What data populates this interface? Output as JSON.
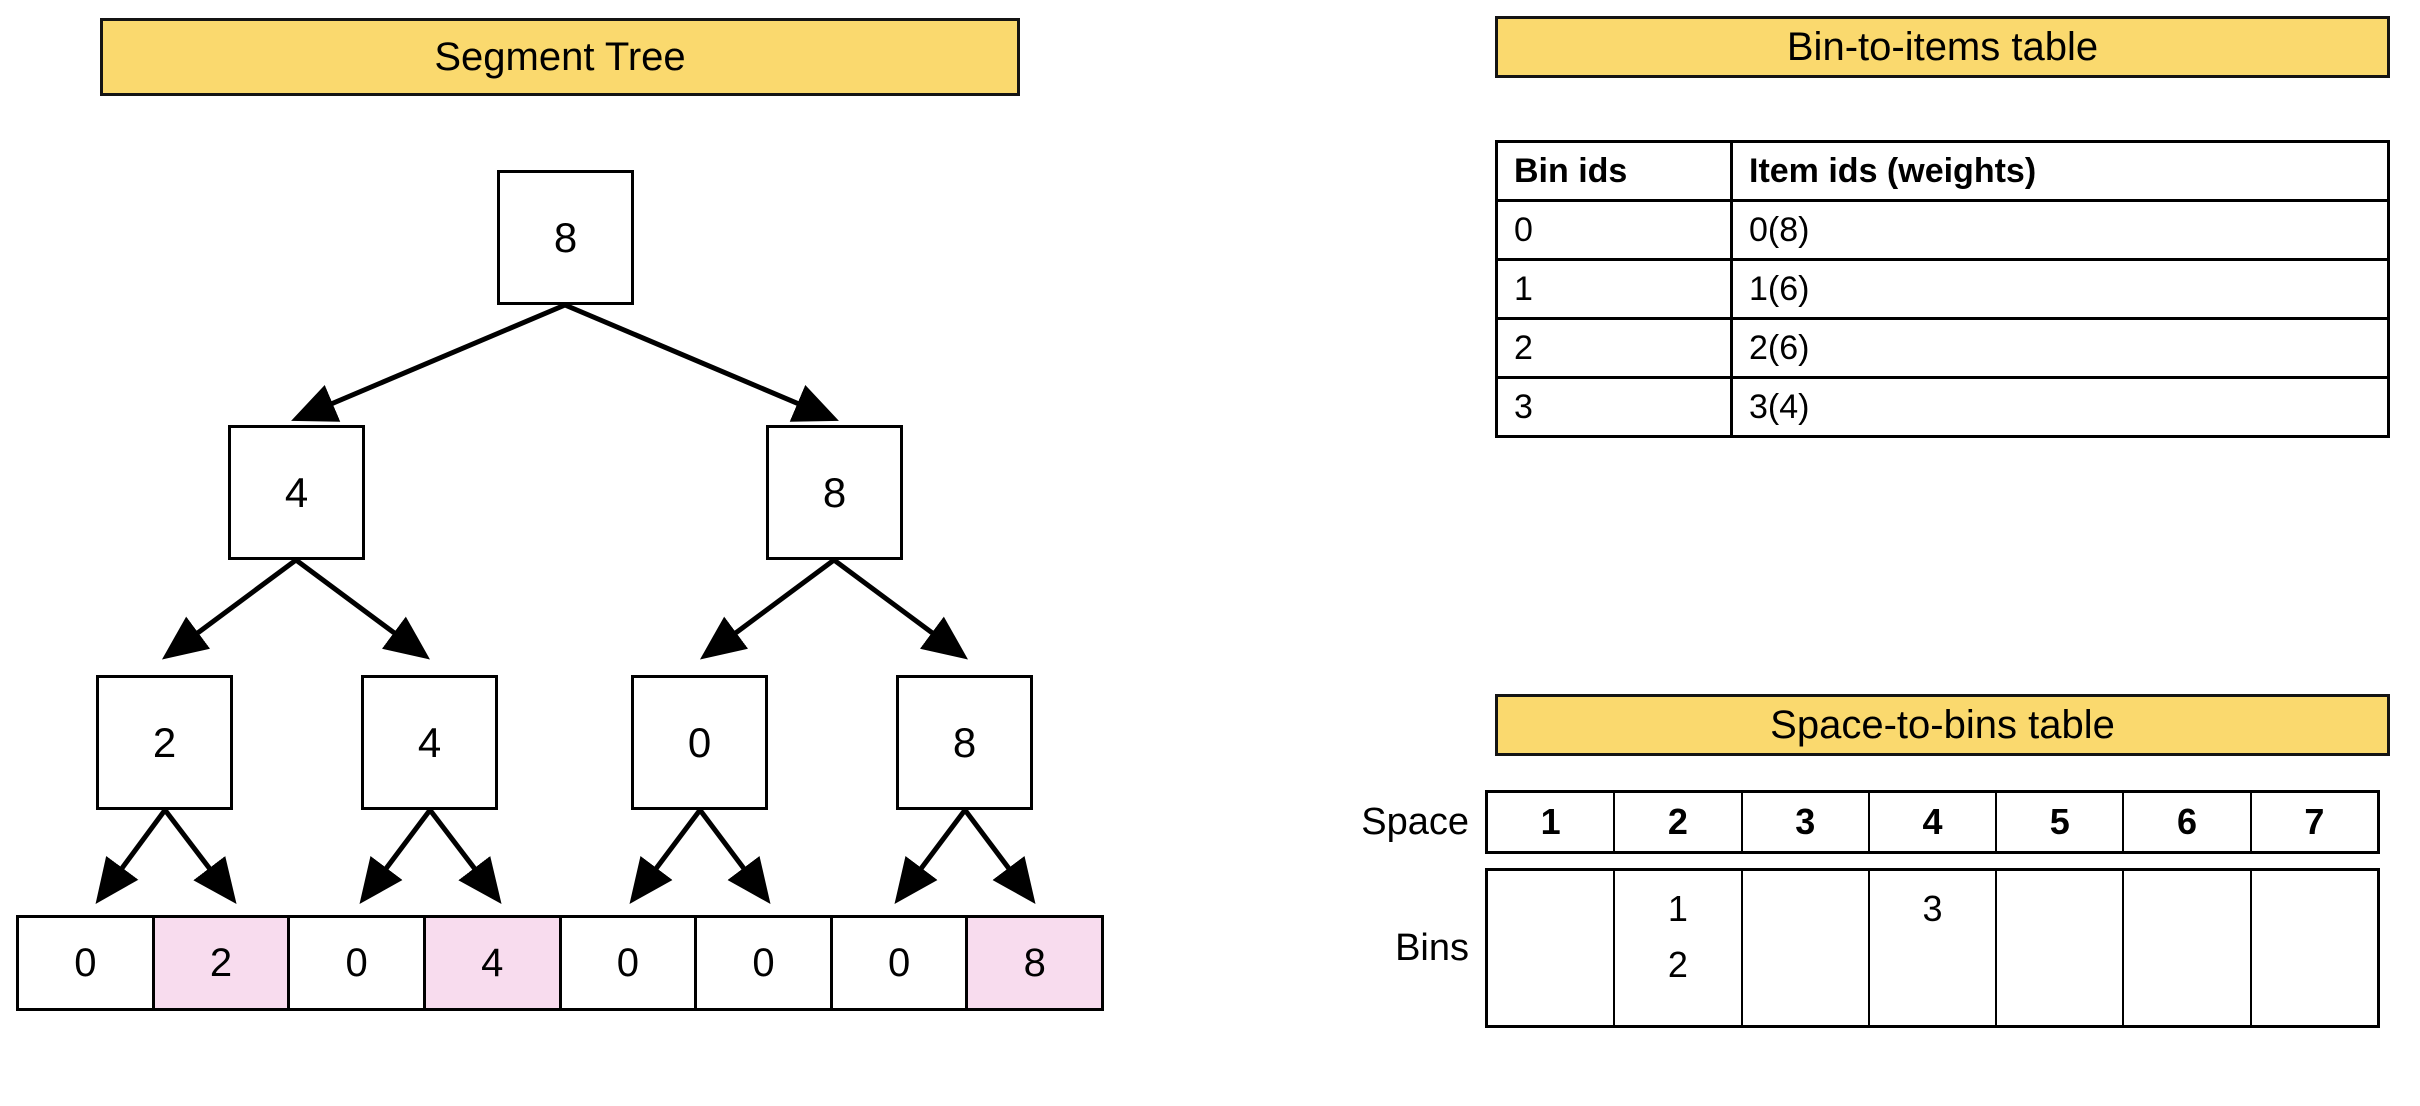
{
  "segment_tree": {
    "title": "Segment Tree",
    "levels": [
      {
        "nodes": [
          {
            "value": "8"
          }
        ]
      },
      {
        "nodes": [
          {
            "value": "4"
          },
          {
            "value": "8"
          }
        ]
      },
      {
        "nodes": [
          {
            "value": "2"
          },
          {
            "value": "4"
          },
          {
            "value": "0"
          },
          {
            "value": "8"
          }
        ]
      }
    ],
    "leaf_array": [
      {
        "value": "0",
        "highlighted": false
      },
      {
        "value": "2",
        "highlighted": true
      },
      {
        "value": "0",
        "highlighted": false
      },
      {
        "value": "4",
        "highlighted": true
      },
      {
        "value": "0",
        "highlighted": false
      },
      {
        "value": "0",
        "highlighted": false
      },
      {
        "value": "0",
        "highlighted": false
      },
      {
        "value": "8",
        "highlighted": true
      }
    ]
  },
  "bin_to_items": {
    "title": "Bin-to-items table",
    "headers": [
      "Bin ids",
      "Item ids (weights)"
    ],
    "rows": [
      {
        "bin_id": "0",
        "items": "0(8)"
      },
      {
        "bin_id": "1",
        "items": "1(6)"
      },
      {
        "bin_id": "2",
        "items": "2(6)"
      },
      {
        "bin_id": "3",
        "items": "3(4)"
      }
    ]
  },
  "space_to_bins": {
    "title": "Space-to-bins table",
    "space_label": "Space",
    "bins_label": "Bins",
    "space_values": [
      "1",
      "2",
      "3",
      "4",
      "5",
      "6",
      "7"
    ],
    "bins_values": [
      [],
      [
        "1",
        "2"
      ],
      [],
      [
        "3"
      ],
      [],
      [],
      []
    ]
  },
  "colors": {
    "banner_fill": "#FAD96E",
    "highlight_fill": "#F8DCEE",
    "border": "#000000",
    "background": "#FFFFFF"
  }
}
